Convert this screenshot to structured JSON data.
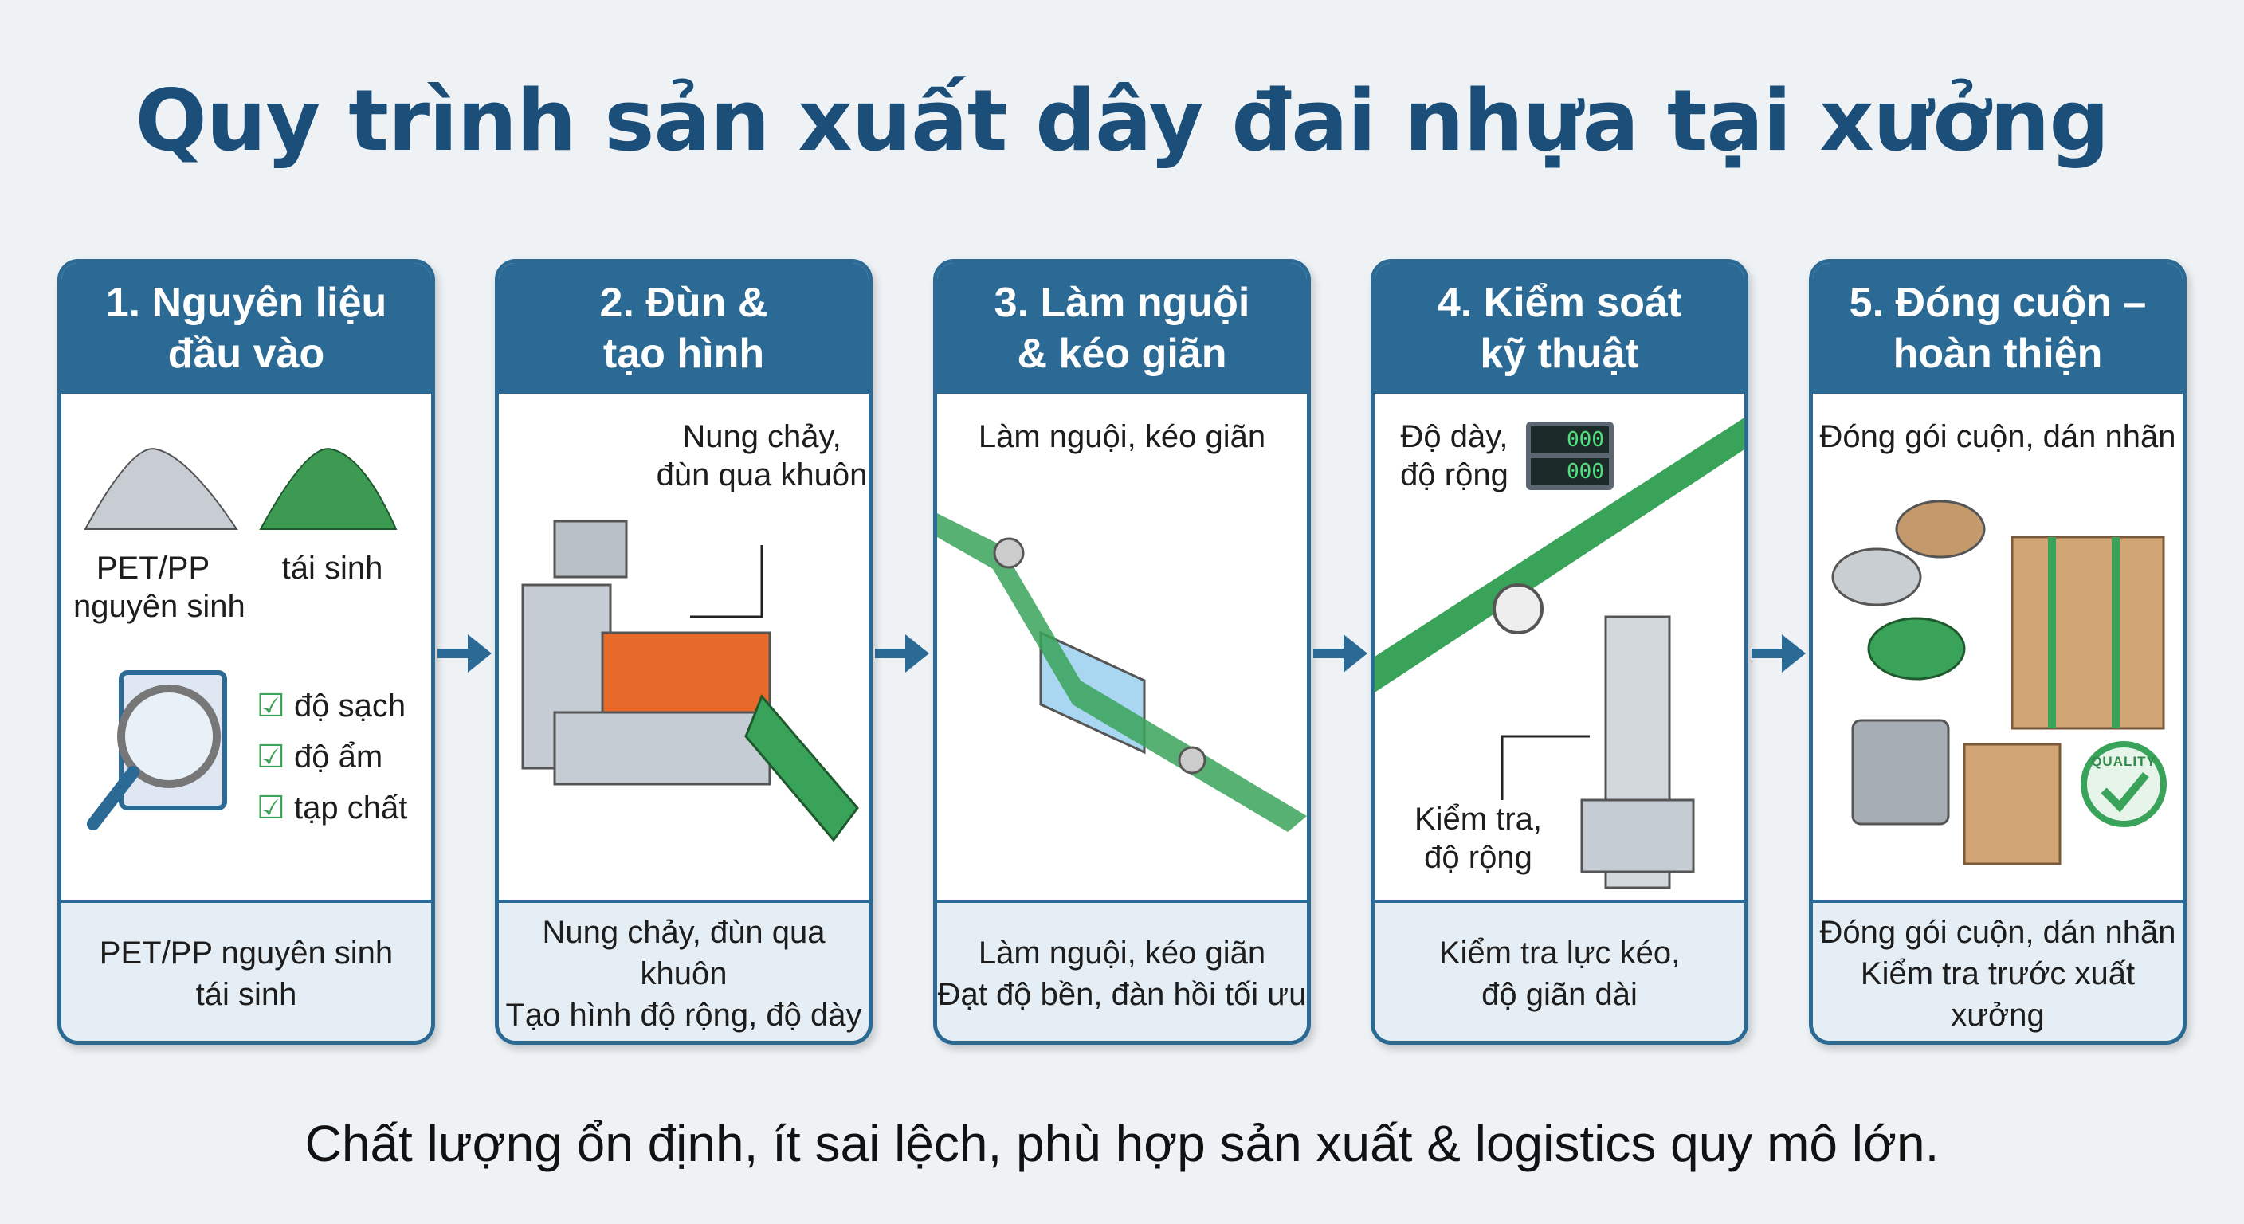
{
  "title": "Quy trình sản xuất dây đai nhựa tại xưởng",
  "colors": {
    "primary": "#2b6a95",
    "title": "#1b4f7a",
    "green": "#3aa35a",
    "footer_bg": "#e6eef5"
  },
  "steps": [
    {
      "title_lines": [
        "1. Nguyên liệu",
        "đầu vào"
      ],
      "labels": {
        "virgin": "PET/PP\nnguyên sinh",
        "recycled": "tái sinh",
        "checks": [
          "độ sạch",
          "độ ẩm",
          "tạp chất"
        ]
      },
      "footer": [
        "PET/PP nguyên sinh",
        "tái sinh"
      ],
      "icons": [
        "plastic-pellets-icon",
        "clipboard-magnifier-icon",
        "checkbox-icon"
      ]
    },
    {
      "title_lines": [
        "2. Đùn &",
        "tạo hình"
      ],
      "labels": {
        "callout": "Nung chảy,\nđùn qua khuôn"
      },
      "footer": [
        "Nung chảy, đùn qua khuôn",
        "Tạo hình độ rộng, độ dày"
      ],
      "icons": [
        "extruder-machine-icon"
      ]
    },
    {
      "title_lines": [
        "3. Làm nguội",
        "& kéo giãn"
      ],
      "labels": {
        "callout": "Làm nguội, kéo giãn"
      },
      "footer": [
        "Làm nguội, kéo giãn",
        "Đạt độ bền, đàn hồi tối ưu"
      ],
      "icons": [
        "cooling-tank-icon"
      ]
    },
    {
      "title_lines": [
        "4. Kiểm soát",
        "kỹ thuật"
      ],
      "labels": {
        "gauge": "Độ dày,\nđộ rộng",
        "display_values": [
          "000",
          "000"
        ],
        "test": "Kiểm tra,\nđộ rộng"
      },
      "footer": [
        "Kiểm tra lực kéo,",
        "độ giãn dài"
      ],
      "icons": [
        "measurement-gauge-icon",
        "tensile-tester-icon"
      ]
    },
    {
      "title_lines": [
        "5. Đóng cuộn –",
        "hoàn thiện"
      ],
      "labels": {
        "callout": "Đóng gói cuộn, dán nhãn",
        "badge": "QUALITY"
      },
      "footer": [
        "Đóng gói cuộn, dán nhãn",
        "Kiểm tra trước xuất xưởng"
      ],
      "icons": [
        "strap-coils-icon",
        "pallet-boxes-icon",
        "label-printer-icon",
        "quality-badge-icon"
      ]
    }
  ],
  "tagline": "Chất lượng ổn định, ít sai lệch, phù hợp sản xuất & logistics quy mô lớn."
}
